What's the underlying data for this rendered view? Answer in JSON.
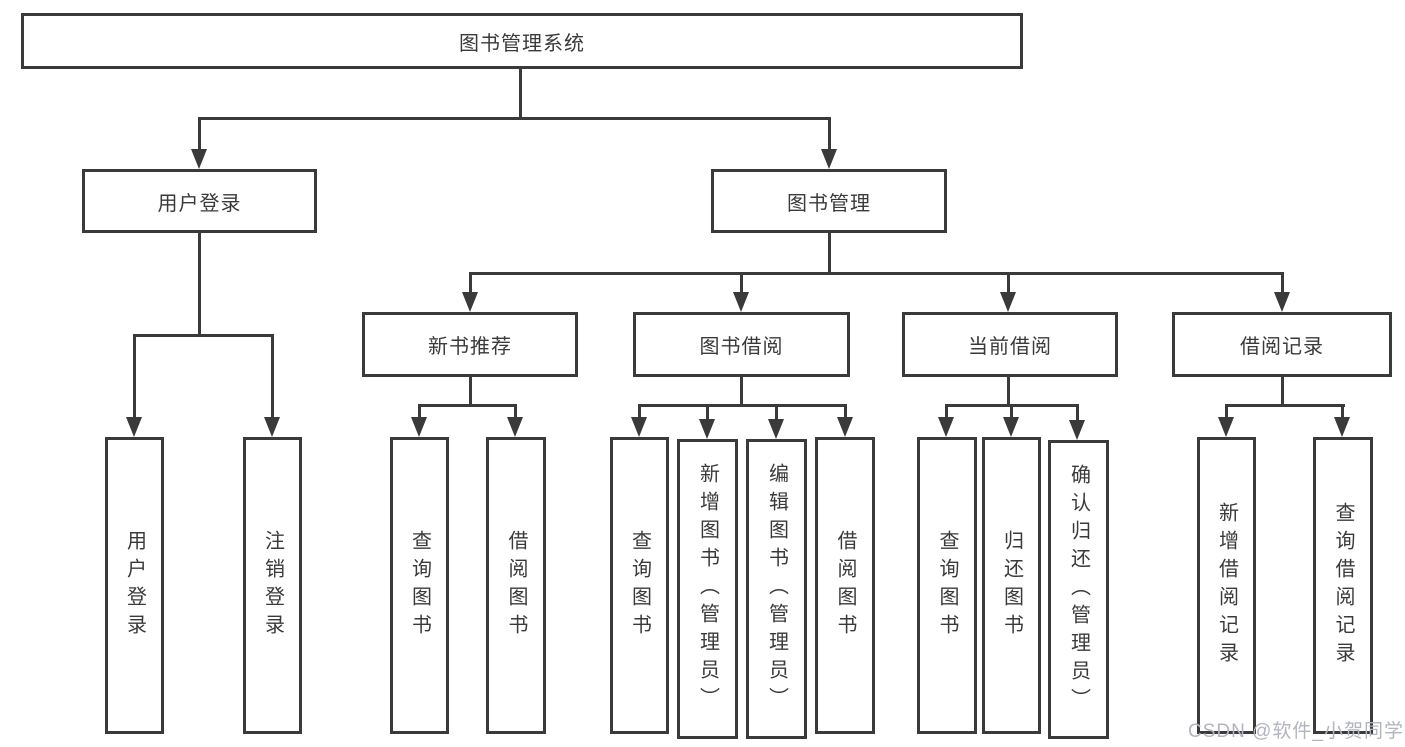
{
  "tree": {
    "root": {
      "label": "图书管理系统"
    },
    "branches": [
      {
        "label": "用户登录",
        "leaves": [
          {
            "label": "用户登录"
          },
          {
            "label": "注销登录"
          }
        ]
      },
      {
        "label": "图书管理",
        "groups": [
          {
            "label": "新书推荐",
            "leaves": [
              {
                "label": "查询图书"
              },
              {
                "label": "借阅图书"
              }
            ]
          },
          {
            "label": "图书借阅",
            "leaves": [
              {
                "label": "查询图书"
              },
              {
                "label": "新增图书（管理员）"
              },
              {
                "label": "编辑图书（管理员）"
              },
              {
                "label": "借阅图书"
              }
            ]
          },
          {
            "label": "当前借阅",
            "leaves": [
              {
                "label": "查询图书"
              },
              {
                "label": "归还图书"
              },
              {
                "label": "确认归还（管理员）"
              }
            ]
          },
          {
            "label": "借阅记录",
            "leaves": [
              {
                "label": "新增借阅记录"
              },
              {
                "label": "查询借阅记录"
              }
            ]
          }
        ]
      }
    ]
  },
  "watermark": {
    "text": "CSDN @软件_小贺同学"
  },
  "colors": {
    "line": "#3a3a3a",
    "text": "#3a3a3a",
    "watermark": "#b2b4c0",
    "background": "#ffffff"
  }
}
